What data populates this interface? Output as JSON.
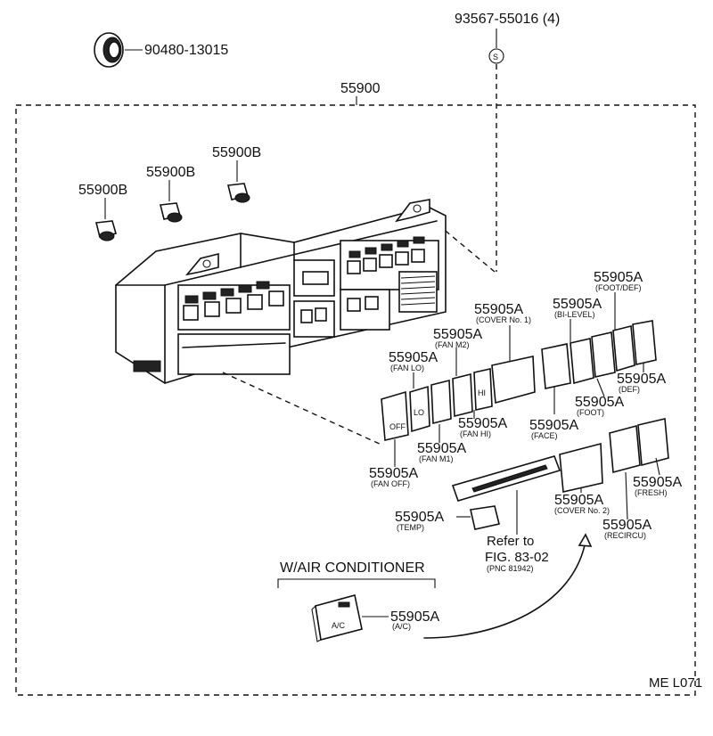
{
  "parts": {
    "screw": "93567-55016 (4)",
    "screw_symbol": "S",
    "knob": "90480-13015",
    "assembly": "55900",
    "bulb_1": "55900B",
    "bulb_2": "55900B",
    "bulb_3": "55900B",
    "cover1": {
      "num": "55905A",
      "sub": "(COVER No. 1)"
    },
    "fan_m2": {
      "num": "55905A",
      "sub": "(FAN M2)"
    },
    "fan_lo": {
      "num": "55905A",
      "sub": "(FAN LO)"
    },
    "bi_level": {
      "num": "55905A",
      "sub": "(BI-LEVEL)"
    },
    "foot_def": {
      "num": "55905A",
      "sub": "(FOOT/DEF)"
    },
    "def": {
      "num": "55905A",
      "sub": "(DEF)"
    },
    "foot": {
      "num": "55905A",
      "sub": "(FOOT)"
    },
    "face": {
      "num": "55905A",
      "sub": "(FACE)"
    },
    "fan_hi": {
      "num": "55905A",
      "sub": "(FAN HI)"
    },
    "fan_m1": {
      "num": "55905A",
      "sub": "(FAN M1)"
    },
    "fan_off": {
      "num": "55905A",
      "sub": "(FAN OFF)"
    },
    "fresh": {
      "num": "55905A",
      "sub": "(FRESH)"
    },
    "cover2": {
      "num": "55905A",
      "sub": "(COVER No. 2)"
    },
    "recircu": {
      "num": "55905A",
      "sub": "(RECIRCU)"
    },
    "temp": {
      "num": "55905A",
      "sub": "(TEMP)"
    },
    "ac": {
      "num": "55905A",
      "sub": "(A/C)"
    }
  },
  "refer": {
    "line1": "Refer to",
    "line2": "FIG. 83-02",
    "line3": "(PNC 81942)"
  },
  "option_title": "W/AIR CONDITIONER",
  "button_glyphs": {
    "off": "OFF",
    "lo": "LO",
    "hi": "HI",
    "ac": "A/C"
  },
  "figure_code": "ME L071"
}
